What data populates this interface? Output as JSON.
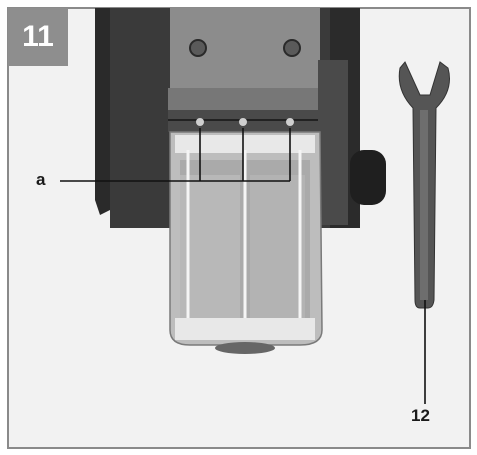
{
  "figure": {
    "number": "11",
    "number_bg_color": "#8e8e8e",
    "border_color": "#8a8a8a"
  },
  "callouts": {
    "a": "a",
    "spanner": "12"
  },
  "icons": {
    "planer": "planer-blade-drum-photo-icon",
    "spanner": "open-end-spanner-icon"
  }
}
